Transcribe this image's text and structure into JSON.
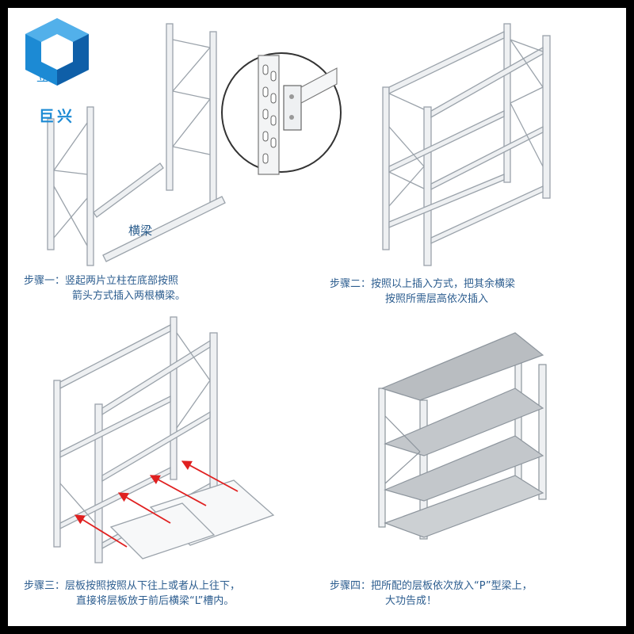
{
  "brand": {
    "logo_char": "立",
    "name": "巨兴",
    "color": "#1c8ad4"
  },
  "labels": {
    "beam": "横梁"
  },
  "steps": [
    {
      "label": "步骤一：",
      "line1": "竖起两片立柱在底部按照",
      "line2": "箭头方式插入两根横梁。"
    },
    {
      "label": "步骤二：",
      "line1": "按照以上插入方式，把其余横梁",
      "line2": "按照所需层高依次插入"
    },
    {
      "label": "步骤三：",
      "line1": "层板按照按照从下往上或者从上往下，",
      "line2": "直接将层板放于前后横梁“L”槽内。"
    },
    {
      "label": "步骤四：",
      "line1": "把所配的层板依次放入“P”型梁上，",
      "line2": "大功告成！"
    }
  ],
  "colors": {
    "text": "#2c5d8f",
    "frame": "#000000",
    "arrows": "#e02020",
    "steel": "#c9ced3"
  }
}
